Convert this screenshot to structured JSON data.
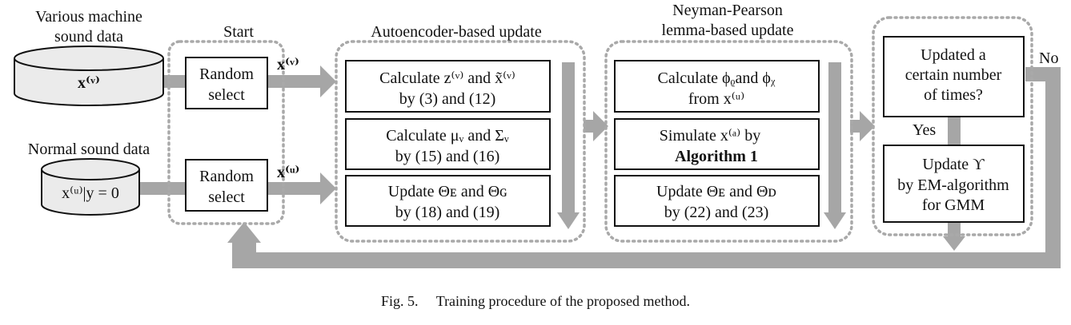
{
  "sources": {
    "machine_title": [
      "Various machine",
      "sound data"
    ],
    "machine_symbol": "x⁽ᵛ⁾",
    "normal_title": "Normal sound data",
    "normal_symbol": "x⁽ᵘ⁾|y = 0"
  },
  "start": {
    "header": "Start",
    "select_top": [
      "Random",
      "select"
    ],
    "select_bottom": [
      "Random",
      "select"
    ],
    "out_top": "x⁽ᵛ⁾",
    "out_bottom": "x⁽ᵘ⁾"
  },
  "autoencoder": {
    "header": "Autoencoder-based update",
    "steps": [
      [
        "Calculate z⁽ᵛ⁾ and x̃⁽ᵛ⁾",
        "by (3) and (12)"
      ],
      [
        "Calculate μᵥ and Σᵥ",
        "by (15) and (16)"
      ],
      [
        "Update Θᴇ and Θɢ",
        "by (18) and (19)"
      ]
    ]
  },
  "neyman": {
    "header": [
      "Neyman-Pearson",
      "lemma-based update"
    ],
    "steps": [
      [
        "Calculate ϕᵨand ϕᵪ",
        "from x⁽ᵘ⁾"
      ],
      [
        "Simulate x⁽ᵃ⁾ by",
        "Algorithm 1"
      ],
      [
        "Update Θᴇ and Θᴅ",
        "by (22) and (23)"
      ]
    ]
  },
  "decision": {
    "question": [
      "Updated a",
      "certain number",
      "of times?"
    ],
    "yes": "Yes",
    "no": "No",
    "gmm": [
      "Update ϒ",
      "by EM-algorithm",
      "for GMM"
    ]
  },
  "caption": "Fig. 5.  Training procedure of the proposed method."
}
